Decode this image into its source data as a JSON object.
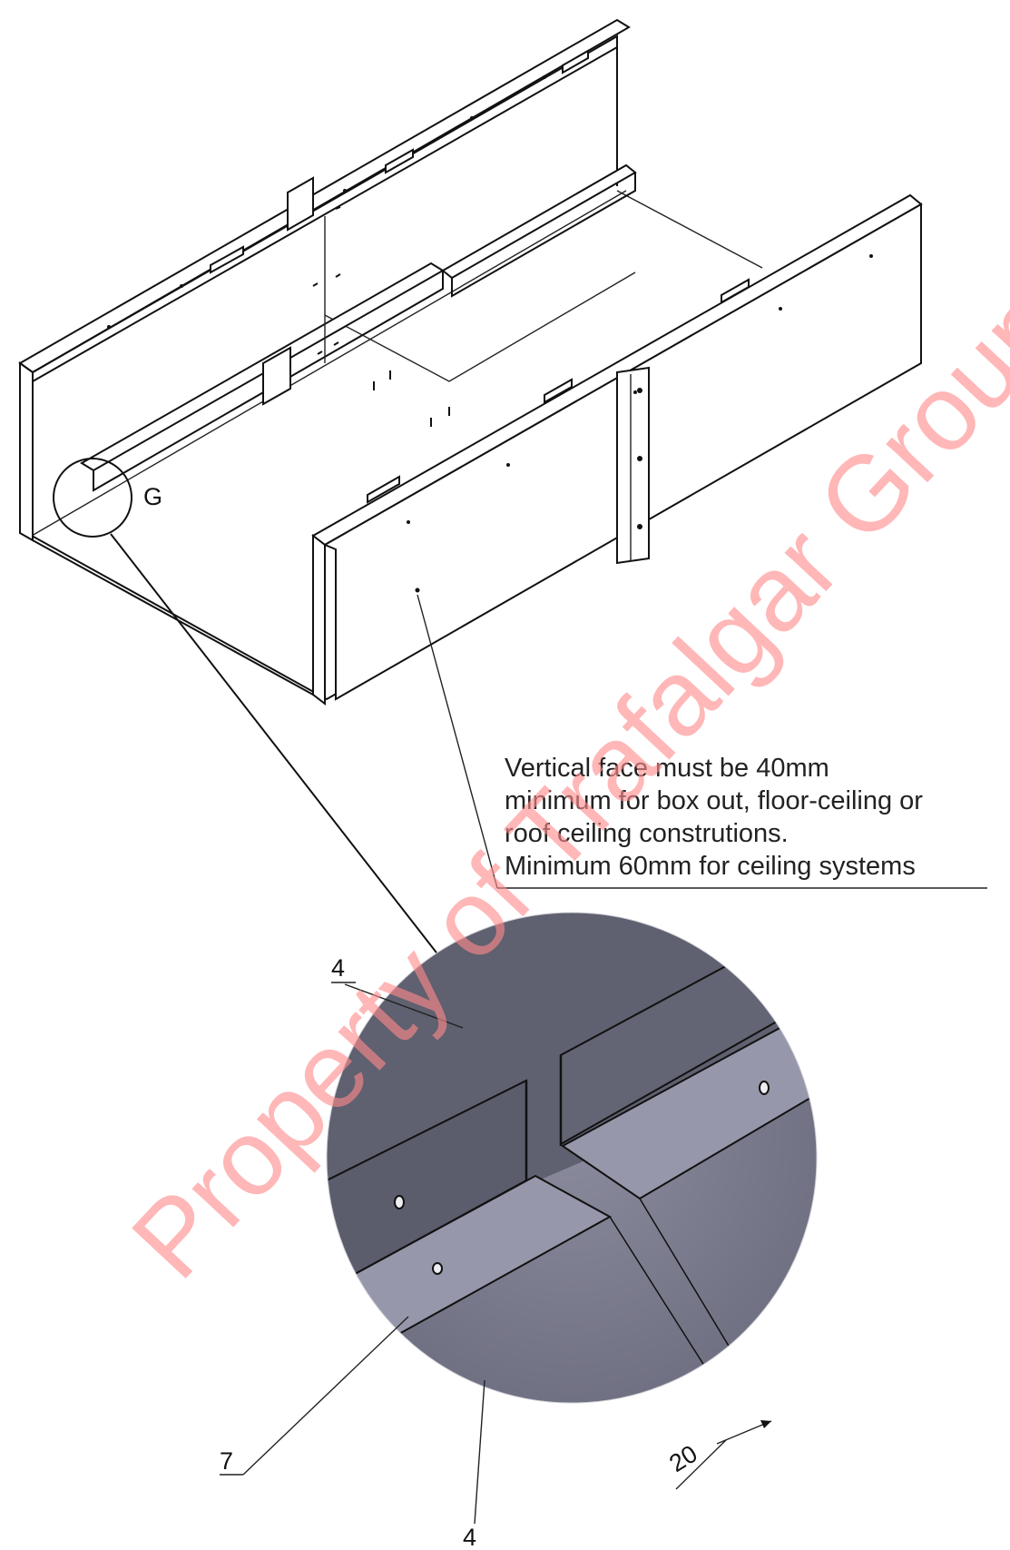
{
  "detail_marker": {
    "label": "G"
  },
  "note": {
    "lines": [
      "Vertical face must be 40mm",
      "minimum for box out, floor-ceiling or",
      "roof ceiling construtions.",
      "Minimum 60mm for ceiling systems"
    ]
  },
  "detail_view": {
    "callouts": {
      "top_board": "4",
      "strip": "7",
      "bottom_board": "4",
      "dimension": "20"
    }
  },
  "watermark": {
    "text": "Property of Trafalgar Group",
    "color": "#ff8a8a"
  },
  "colors": {
    "line": "#111111",
    "detail_dark": "#5f6070",
    "detail_light": "#9697aa",
    "detail_floor": "#7a7b8d"
  }
}
